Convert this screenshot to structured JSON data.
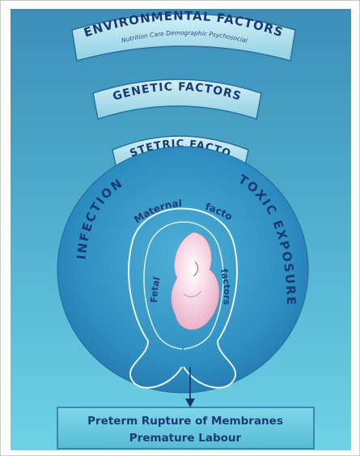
{
  "bands": {
    "environmental": {
      "title": "ENVIRONMENTAL FACTORS",
      "subtitle": "Nutrition Care  Demographic  Psychosocial"
    },
    "genetic": {
      "title": "GENETIC FACTORS"
    },
    "obstetric": {
      "title": "OBSTETRIC FACTORS"
    }
  },
  "uterus": {
    "left_label": "INFECTION",
    "right_label": "TOXIC EXPOSURE",
    "maternal_word": "Maternal",
    "maternal_factors_word": "factors",
    "fetal_word": "Fetal",
    "fetal_factors_word": "factors"
  },
  "outcome": {
    "line1": "Preterm Rupture of Membranes",
    "line2": "Premature Labour"
  },
  "colors": {
    "background_top": "#3f97c0",
    "background_bottom": "#6ed1e6",
    "band_fill": "#b6e3ee",
    "oval_fill": "#2e8fc0",
    "fetus": "#f4c9d8",
    "text": "#1a3a73"
  }
}
